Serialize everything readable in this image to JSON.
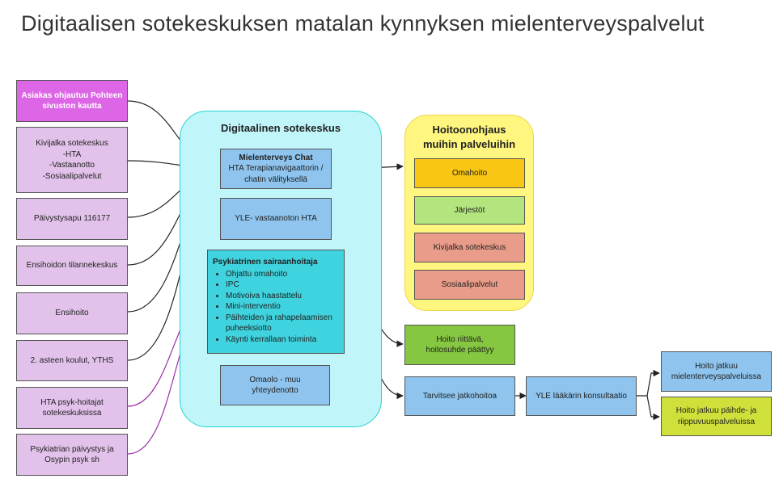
{
  "title": "Digitaalisen sotekeskuksen matalan kynnyksen mielenterveyspalvelut",
  "sources": [
    "Asiakas ohjautuu Pohteen\nsivuston kautta",
    "Kivijalka sotekeskus\n-HTA\n-Vastaanotto\n-Sosiaalipalvelut",
    "Päivystysapu 116177",
    "Ensihoidon tilannekeskus",
    "Ensihoito",
    "2. asteen koulut, YTHS",
    "HTA psyk-hoitajat\nsotekeskuksissa",
    "Psykiatrian päivystys ja\nOsypin psyk sh"
  ],
  "digital_center": {
    "title": "Digitaalinen sotekeskus",
    "chat_title": "Mielenterveys Chat",
    "chat_text": "HTA Terapianavigaattorin /\nchatin välityksellä",
    "yle": "YLE- vastaanoton HTA",
    "psyk_title": "Psykiatrinen sairaanhoitaja",
    "psyk_items": [
      "Ohjattu omahoito",
      "IPC",
      "Motivoiva haastattelu",
      "Mini-interventio",
      "Päihteiden ja rahapelaamisen puheeksiotto",
      "Käynti kerrallaan toiminta"
    ],
    "omaolo": "Omaolo - muu\nyhteydenotto"
  },
  "referral": {
    "title": "Hoitoonohjaus\nmuihin palveluihin",
    "items": [
      "Omahoito",
      "Järjestöt",
      "Kivijalka sotekeskus",
      "Sosiaalipalvelut"
    ]
  },
  "outcomes": {
    "enough": "Hoito riittävä,\nhoitosuhde päättyy",
    "needs": "Tarvitsee jatkohoitoa",
    "yle_doctor": "YLE lääkärin konsultaatio",
    "mental": "Hoito jatkuu\nmielenterveyspalveluissa",
    "substance": "Hoito jatkuu päihde- ja\nriippuvuuspalveluissa"
  },
  "colors": {
    "first_source": "#dd66e6",
    "source": "#e2c2ea",
    "container": "#c0f5f9",
    "blue": "#8ec4ee",
    "psyk": "#3ed3de",
    "referral_container": "#fff67f",
    "omahoito": "#f8c613",
    "jarjestot": "#b3e57f",
    "kivijalka": "#e99c8a",
    "sosiaali": "#e99c8a",
    "enough": "#85c740",
    "substance": "#cfe03a",
    "arrow": "#222222",
    "purple_arrow": "#9a2ea6"
  }
}
